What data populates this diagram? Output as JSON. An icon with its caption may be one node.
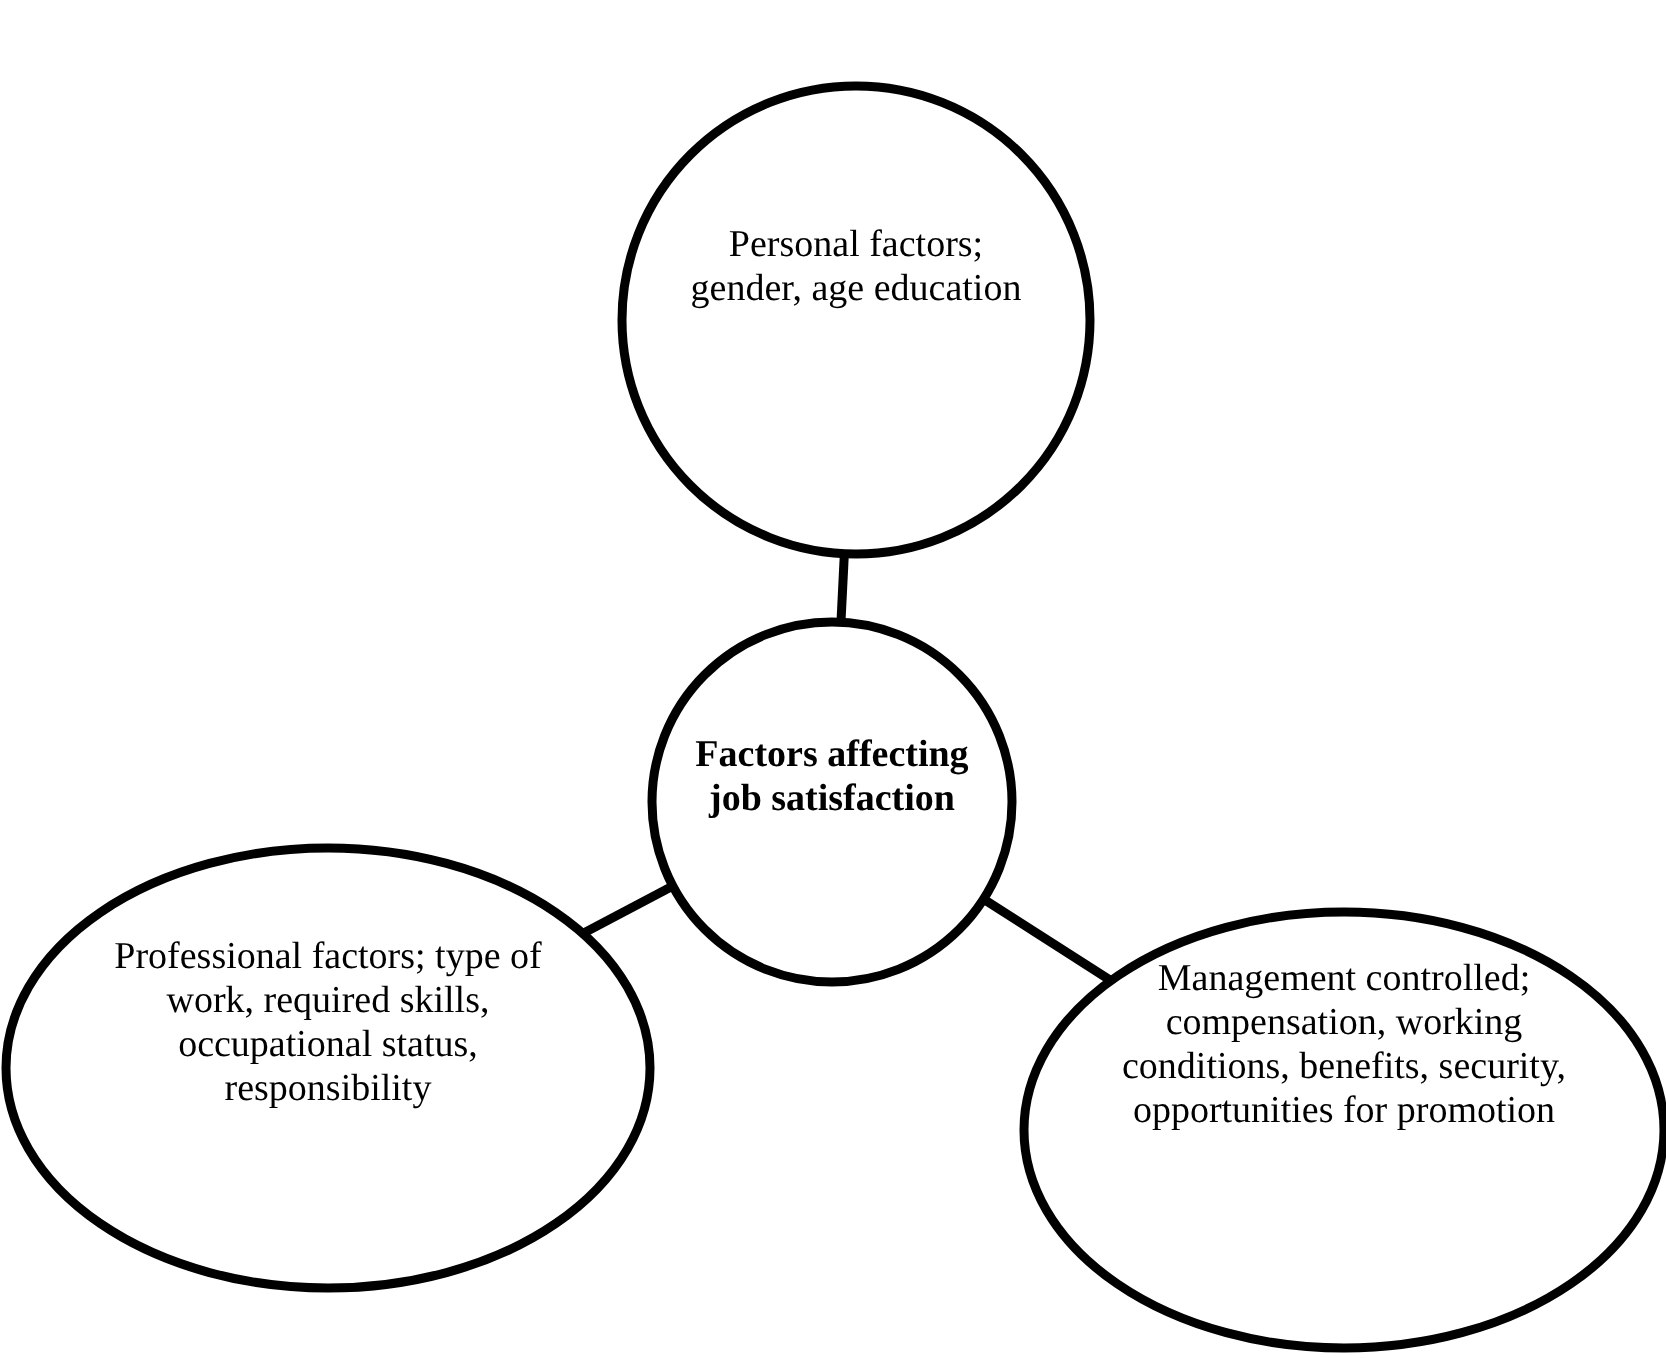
{
  "diagram": {
    "nodes": [
      {
        "text": [
          "Personal factors; gender, age education"
        ]
      },
      {
        "text": [
          "Factors affecting job satisfaction"
        ]
      },
      {
        "text": [
          "Professional factors; type of work, required skills, occupational status, responsibility"
        ]
      },
      {
        "text": [
          "Management controlled; compensation, working conditions, benefits, security, opportunities for promotion"
        ]
      }
    ],
    "edges": [
      {
        "from": 1,
        "to": 0,
        "arrow": "none"
      },
      {
        "from": 1,
        "to": 2,
        "arrow": "none"
      },
      {
        "from": 1,
        "to": 3,
        "arrow": "none"
      }
    ]
  }
}
